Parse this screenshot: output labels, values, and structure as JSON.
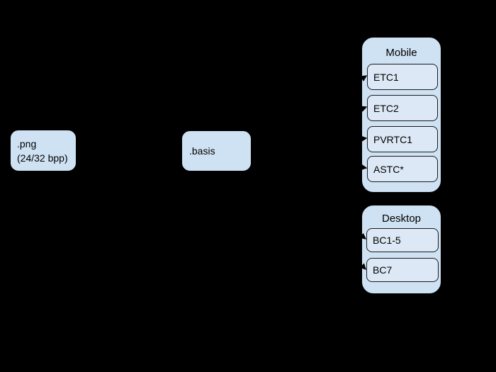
{
  "canvas": {
    "background": "#000000"
  },
  "colors": {
    "node_fill": "#cfe2f3",
    "inner_fill": "#dce8f5",
    "outline": "#000000",
    "text": "#000000"
  },
  "diagram": {
    "png_node": {
      "line1": ".png",
      "line2": "(24/32 bpp)"
    },
    "basis_node": {
      "label": ".basis"
    },
    "mobile_group": {
      "title": "Mobile",
      "items": [
        {
          "label": "ETC1"
        },
        {
          "label": "ETC2"
        },
        {
          "label": "PVRTC1"
        },
        {
          "label": "ASTC*"
        }
      ]
    },
    "desktop_group": {
      "title": "Desktop",
      "items": [
        {
          "label": "BC1-5"
        },
        {
          "label": "BC7"
        }
      ]
    },
    "connectors": [
      {
        "from": ".png",
        "to": ".basis"
      },
      {
        "from": ".basis",
        "to": "ETC1"
      },
      {
        "from": ".basis",
        "to": "ETC2"
      },
      {
        "from": ".basis",
        "to": "PVRTC1"
      },
      {
        "from": ".basis",
        "to": "ASTC*"
      },
      {
        "from": ".basis",
        "to": "BC1-5"
      },
      {
        "from": ".basis",
        "to": "BC7"
      }
    ]
  }
}
